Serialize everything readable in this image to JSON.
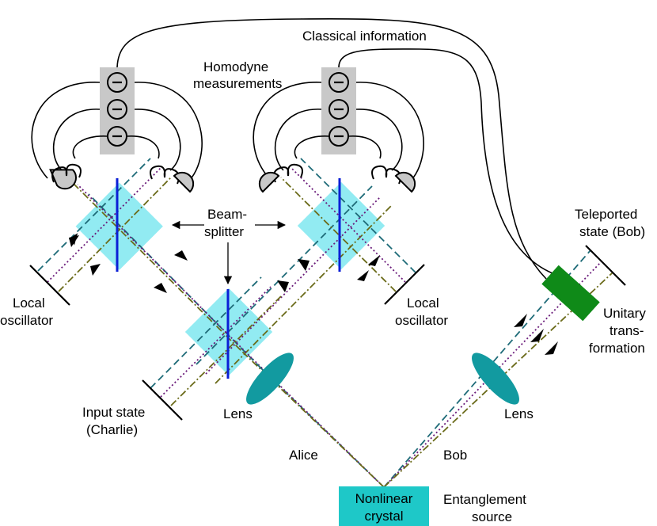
{
  "labels": {
    "classical_information": "Classical information",
    "homodyne": [
      "Homodyne",
      "measurements"
    ],
    "beam_splitter": [
      "Beam-",
      "splitter"
    ],
    "teleported_state": [
      "Teleported",
      "state (Bob)"
    ],
    "local_oscillator_left": [
      "Local",
      "oscillator"
    ],
    "local_oscillator_right": [
      "Local",
      "oscillator"
    ],
    "unitary_transformation": [
      "Unitary",
      "trans-",
      "formation"
    ],
    "input_state": [
      "Input state",
      "(Charlie)"
    ],
    "lens_left": "Lens",
    "lens_right": "Lens",
    "alice": "Alice",
    "bob": "Bob",
    "nonlinear_crystal": [
      "Nonlinear",
      "crystal"
    ],
    "entanglement_source": [
      "Entanglement",
      "source"
    ],
    "detector_symbol": "−"
  },
  "colors": {
    "beam_teal_dashed": "#1e6b78",
    "beam_purple_dotted": "#6a1b7a",
    "beam_olive_dashdot": "#6b6b1a",
    "beam_splitter_fill": "#7fe8f0",
    "beam_splitter_plate": "#0b1fd6",
    "lens_fill": "#129aa0",
    "crystal_fill": "#1ec8c8",
    "unitary_fill": "#0f8a18",
    "detector_panel": "#c8c8c8"
  }
}
